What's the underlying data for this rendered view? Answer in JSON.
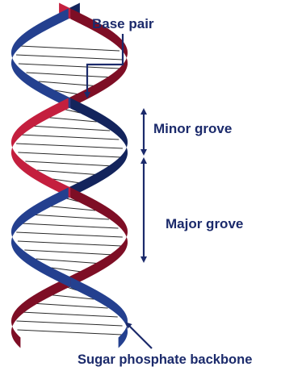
{
  "diagram": {
    "labels": {
      "base_pair": "Base pair",
      "minor_groove": "Minor grove",
      "major_groove": "Major grove",
      "sugar_backbone": "Sugar phosphate backbone"
    },
    "colors": {
      "strand_red": "#c41f3e",
      "strand_red_dark": "#7e0e25",
      "strand_blue": "#24408f",
      "strand_blue_dark": "#13245c",
      "annotation": "#1b2a6b",
      "rungs": "#2a2a2a"
    }
  }
}
